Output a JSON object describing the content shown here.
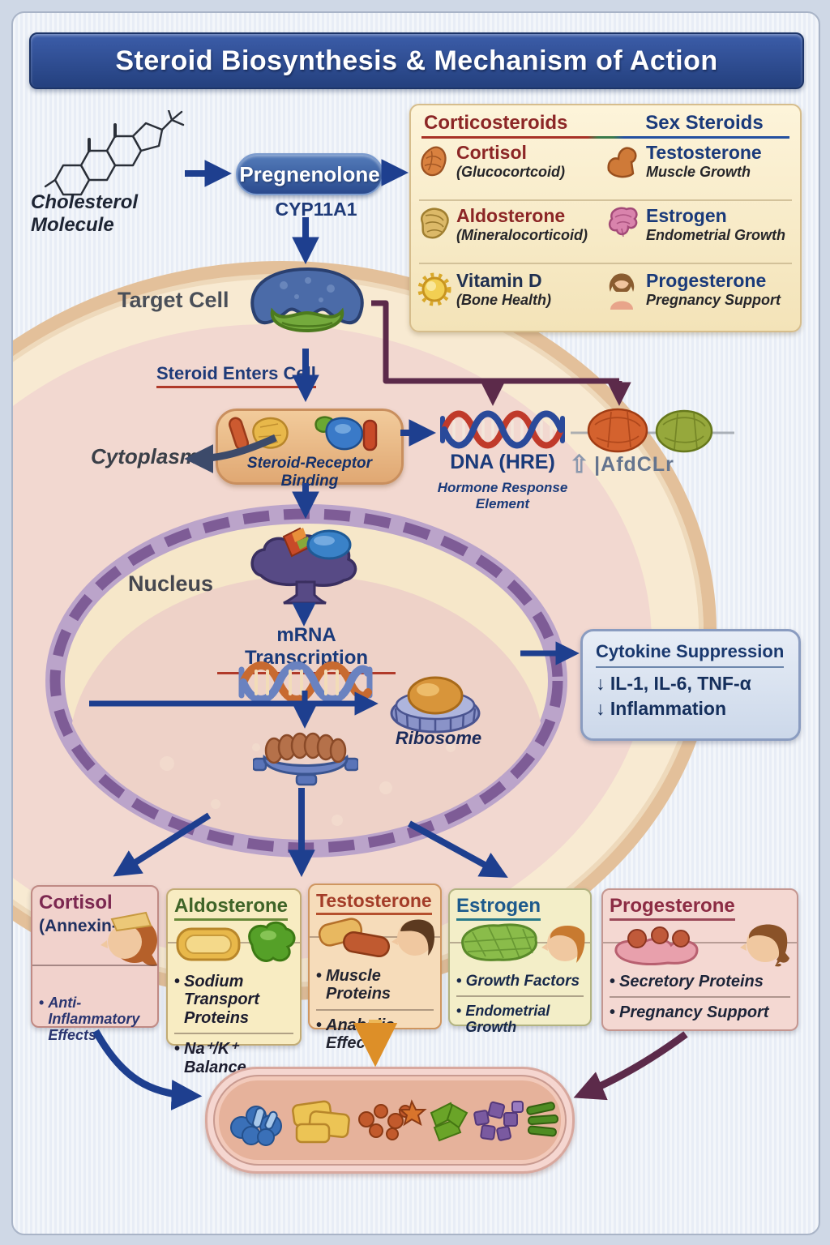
{
  "title": "Steroid Biosynthesis & Mechanism of Action",
  "pathway": {
    "cholesterol": "Cholesterol Molecule",
    "pregnenolone": "Pregnenolone",
    "enzyme": "CYP11A1",
    "target_cell": "Target Cell",
    "steroid_enters": "Steroid Enters Cell",
    "cytoplasm": "Cytoplasm",
    "binding": "Steroid-Receptor Binding",
    "dna": "DNA (HRE)",
    "dna_sub": "Hormone Response Element",
    "coactivator": "|AfdCLr",
    "nucleus": "Nucleus",
    "transcription": "mRNA Transcription",
    "ribosome": "Ribosome"
  },
  "steroid_panel": {
    "left_header": "Corticosteroids",
    "right_header": "Sex Steroids",
    "left_items": [
      {
        "name": "Cortisol",
        "sub": "(Glucocortcoid)"
      },
      {
        "name": "Aldosterone",
        "sub": "(Mineralocorticoid)"
      },
      {
        "name": "Vitamin D",
        "sub": "(Bone Health)"
      }
    ],
    "right_items": [
      {
        "name": "Testosterone",
        "sub": "Muscle Growth"
      },
      {
        "name": "Estrogen",
        "sub": "Endometrial Growth"
      },
      {
        "name": "Progesterone",
        "sub": "Pregnancy Support"
      }
    ]
  },
  "cytokine_box": {
    "title": "Cytokine Suppression",
    "line1": "↓ IL-1, IL-6, TNF-α",
    "line2": "↓ Inflammation"
  },
  "effect_boxes": [
    {
      "title": "Cortisol",
      "subtitle": "(Annexin-1)",
      "bullets": [
        "Anti-Inflammatory Effects"
      ]
    },
    {
      "title": "Aldosterone",
      "bullets": [
        "Sodium Transport Proteins",
        "Na⁺/K⁺ Balance"
      ]
    },
    {
      "title": "Testosterone",
      "bullets": [
        "Muscle Proteins",
        "Anabolic Effects"
      ]
    },
    {
      "title": "Estrogen",
      "bullets": [
        "Growth Factors",
        "Endometrial Growth"
      ]
    },
    {
      "title": "Progesterone",
      "bullets": [
        "Secretory Proteins",
        "Pregnancy Support"
      ]
    }
  ],
  "colors": {
    "accent_navy": "#1e3f8f",
    "accent_red": "#8c2626",
    "banner_blue": "#2a4684",
    "connector_maroon": "#5c2a4a"
  }
}
